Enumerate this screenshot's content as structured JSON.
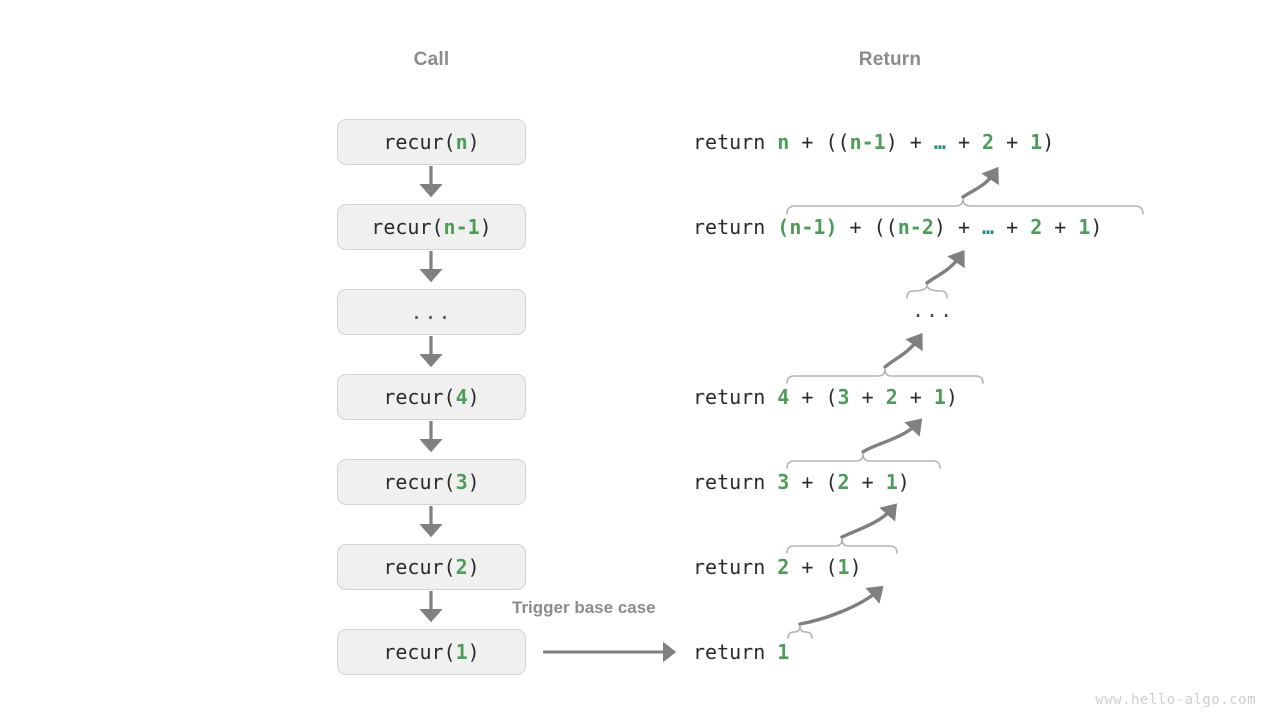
{
  "page": {
    "background": "#ffffff",
    "watermark": "www.hello-algo.com"
  },
  "colors": {
    "accent_green": "#4f9c5a",
    "ellipsis_teal": "#2a8a8a",
    "text_dark": "#2b2b2b",
    "header_gray": "#8c8c8c",
    "arrow_gray": "#808080",
    "brace_gray": "#b5b5b5",
    "box_fill": "#f0f0f0",
    "box_border": "#d3d3d3",
    "watermark_gray": "#cfcfcf"
  },
  "headers": {
    "call": "Call",
    "return": "Return"
  },
  "call_stack": {
    "boxes": [
      {
        "id": "recur-n",
        "prefix": "recur(",
        "arg": "n",
        "suffix": ")",
        "is_ellipsis": false,
        "text": "recur(n)"
      },
      {
        "id": "recur-n-1",
        "prefix": "recur(",
        "arg": "n-1",
        "suffix": ")",
        "is_ellipsis": false,
        "text": "recur(n-1)"
      },
      {
        "id": "ellipsis",
        "prefix": "",
        "arg": "",
        "suffix": "",
        "is_ellipsis": true,
        "text": "..."
      },
      {
        "id": "recur-4",
        "prefix": "recur(",
        "arg": "4",
        "suffix": ")",
        "is_ellipsis": false,
        "text": "recur(4)"
      },
      {
        "id": "recur-3",
        "prefix": "recur(",
        "arg": "3",
        "suffix": ")",
        "is_ellipsis": false,
        "text": "recur(3)"
      },
      {
        "id": "recur-2",
        "prefix": "recur(",
        "arg": "2",
        "suffix": ")",
        "is_ellipsis": false,
        "text": "recur(2)"
      },
      {
        "id": "recur-1",
        "prefix": "recur(",
        "arg": "1",
        "suffix": ")",
        "is_ellipsis": false,
        "text": "recur(1)"
      }
    ]
  },
  "return_column": {
    "keyword": "return ",
    "lines": [
      {
        "id": "ret-n",
        "full_text": "return n + ((n-1) + … + 2 + 1)"
      },
      {
        "id": "ret-n-1",
        "full_text": "return (n-1) + ((n-2) + … + 2 + 1)"
      },
      {
        "id": "ret-dots",
        "full_text": "..."
      },
      {
        "id": "ret-4",
        "full_text": "return 4 + (3 + 2 + 1)"
      },
      {
        "id": "ret-3",
        "full_text": "return 3 + (2 + 1)"
      },
      {
        "id": "ret-2",
        "full_text": "return 2 + (1)"
      },
      {
        "id": "ret-1",
        "full_text": "return 1"
      }
    ]
  },
  "annotations": {
    "trigger_base_case": "Trigger base case"
  }
}
